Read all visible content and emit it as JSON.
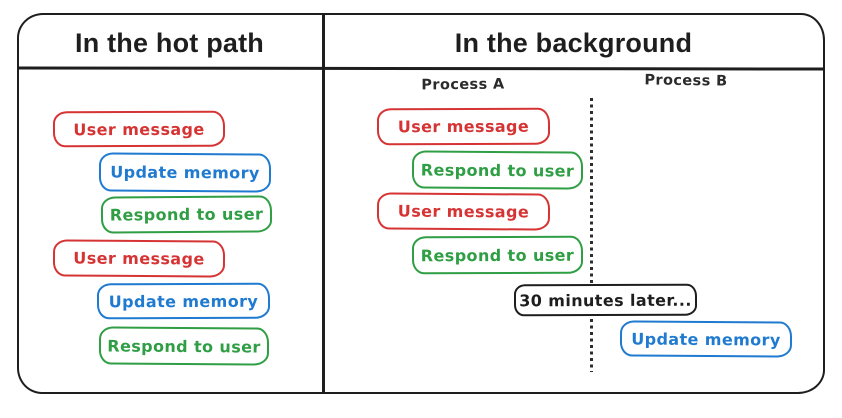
{
  "colors": {
    "red": "#d63434",
    "blue": "#1f7ad0",
    "green": "#2f9e44",
    "ink": "#1e1e1e"
  },
  "panels": {
    "hot_path": {
      "title": "In the hot path",
      "boxes": [
        {
          "label": "User message",
          "color": "red"
        },
        {
          "label": "Update memory",
          "color": "blue"
        },
        {
          "label": "Respond to user",
          "color": "green"
        },
        {
          "label": "User message",
          "color": "red"
        },
        {
          "label": "Update memory",
          "color": "blue"
        },
        {
          "label": "Respond to user",
          "color": "green"
        }
      ]
    },
    "background": {
      "title": "In the background",
      "lanes": {
        "a": "Process A",
        "b": "Process B"
      },
      "process_a_boxes": [
        {
          "label": "User message",
          "color": "red"
        },
        {
          "label": "Respond to user",
          "color": "green"
        },
        {
          "label": "User message",
          "color": "red"
        },
        {
          "label": "Respond to user",
          "color": "green"
        }
      ],
      "timer_note": "30 minutes later...",
      "process_b_boxes": [
        {
          "label": "Update memory",
          "color": "blue"
        }
      ]
    }
  }
}
